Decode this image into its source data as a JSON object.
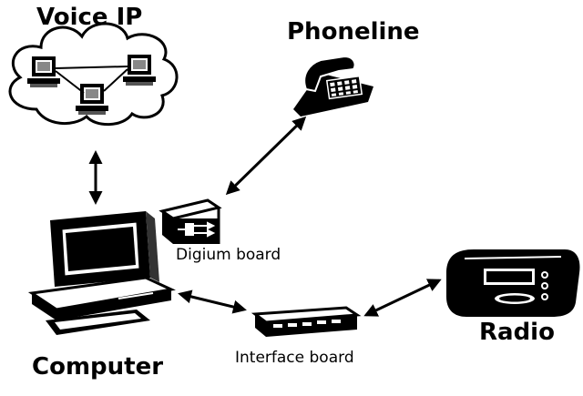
{
  "labels": {
    "voice_ip": "Voice IP",
    "phoneline": "Phoneline",
    "computer": "Computer",
    "digium_board": "Digium board",
    "interface_board": "Interface board",
    "radio": "Radio"
  },
  "icons": {
    "cloud": "cloud-icon",
    "network_computer": "network-computer-icon",
    "telephone": "telephone-icon",
    "computer": "desktop-computer-icon",
    "digium": "circuit-board-icon",
    "interface": "interface-board-icon",
    "radio": "radio-icon"
  },
  "connections": [
    "Voice IP ↔ Computer",
    "Digium board ↔ Phoneline",
    "Computer ↔ Interface board",
    "Interface board ↔ Radio"
  ]
}
